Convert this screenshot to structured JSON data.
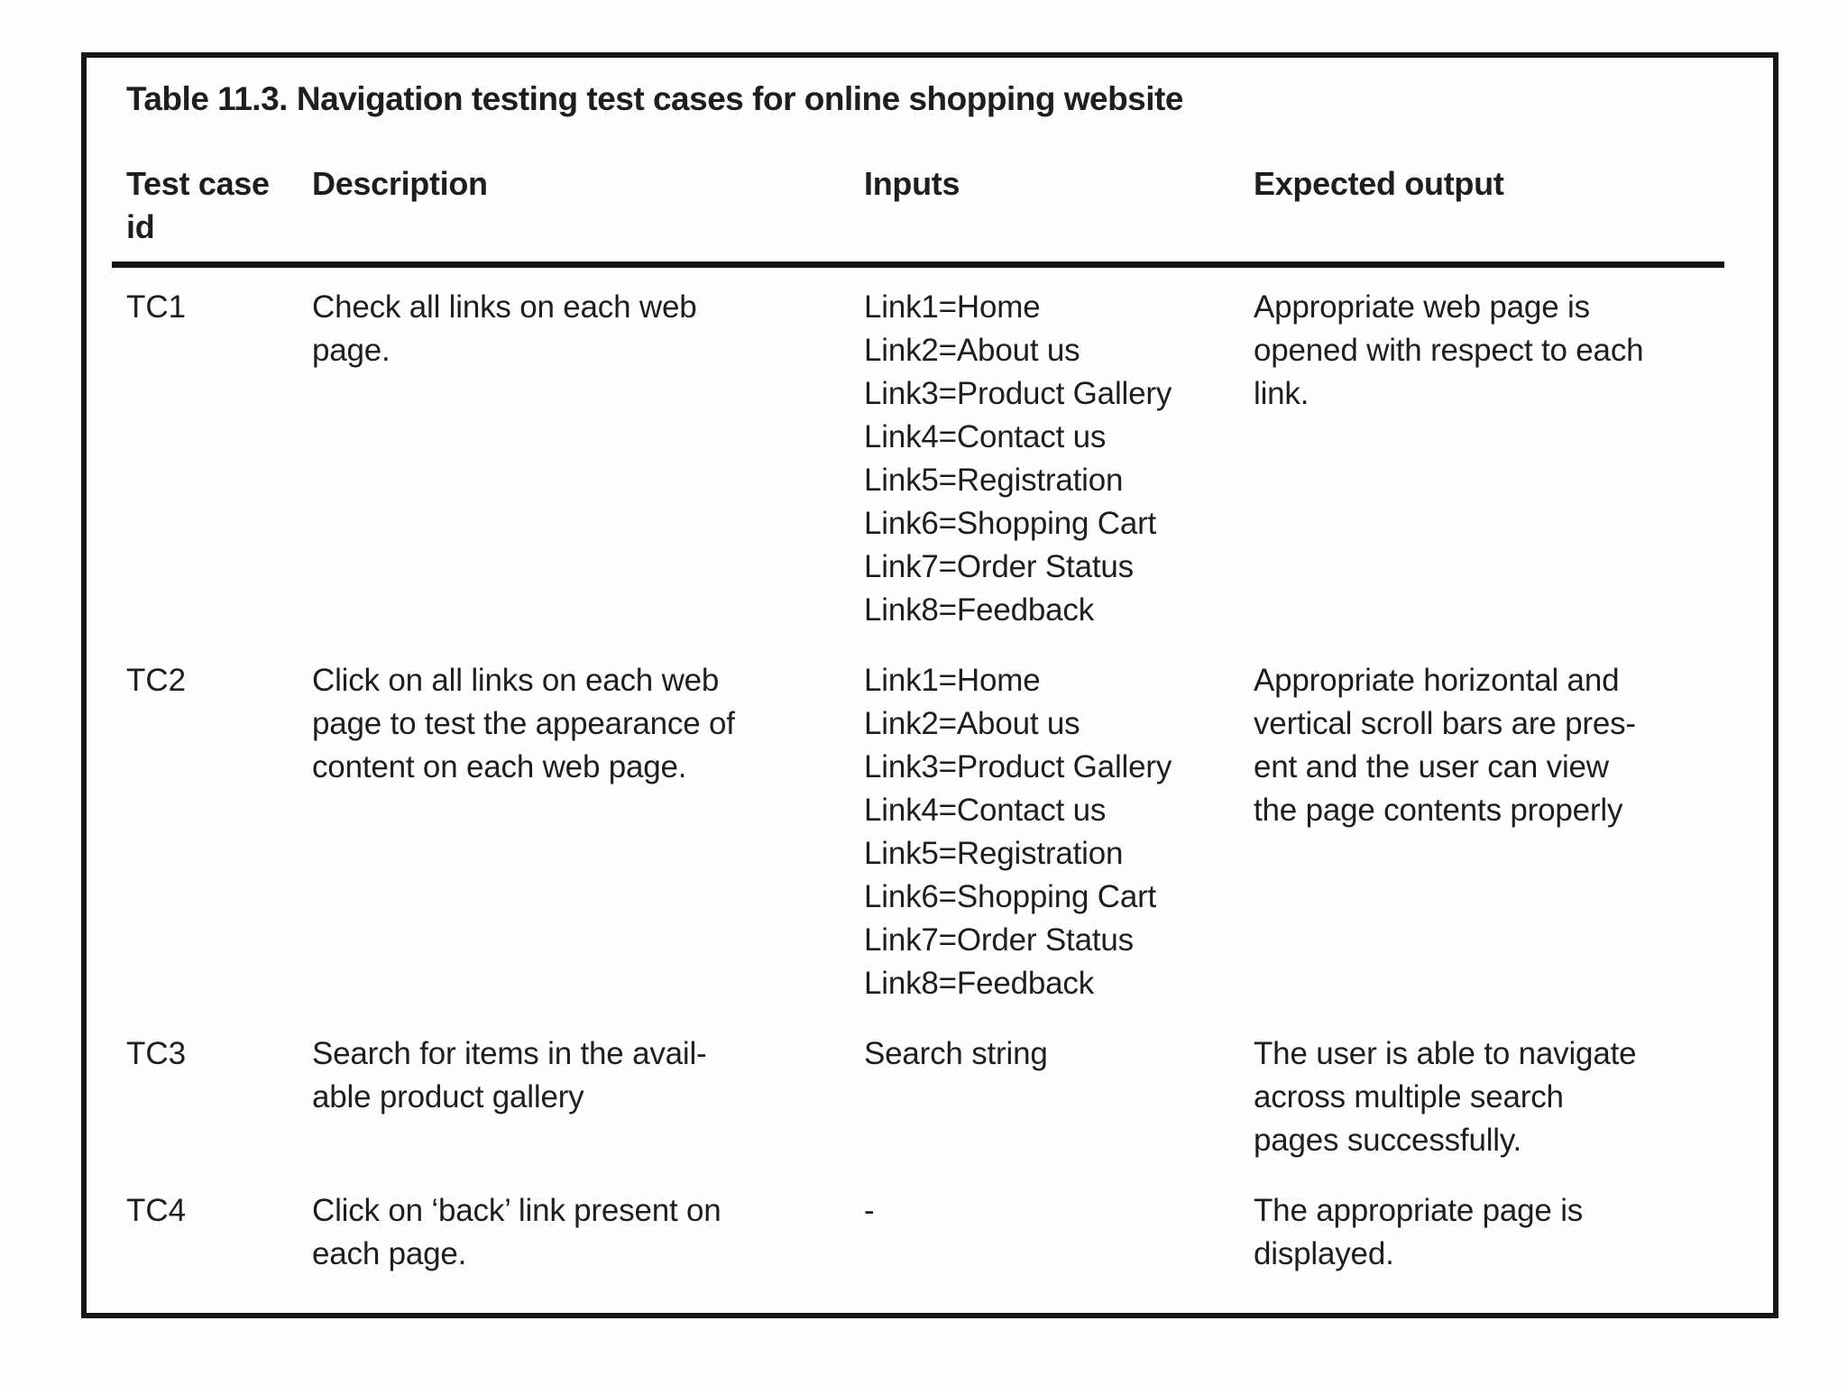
{
  "table": {
    "caption": {
      "label": "Table 11.3.",
      "text": "Navigation testing test cases for online shopping website"
    },
    "columns": {
      "test_case_id": "Test case id",
      "description": "Description",
      "inputs": "Inputs",
      "expected_output": "Expected output"
    },
    "rows": [
      {
        "id": "TC1",
        "description": [
          "Check all links on each web",
          "page."
        ],
        "inputs": [
          "Link1=Home",
          "Link2=About us",
          "Link3=Product Gallery",
          "Link4=Contact us",
          "Link5=Registration",
          "Link6=Shopping Cart",
          "Link7=Order Status",
          "Link8=Feedback"
        ],
        "expected": [
          "Appropriate web page is",
          "opened with respect to each",
          "link."
        ]
      },
      {
        "id": "TC2",
        "description": [
          "Click on all links on each web",
          "page to test the appearance of",
          "content on each web page."
        ],
        "inputs": [
          "Link1=Home",
          "Link2=About us",
          "Link3=Product Gallery",
          "Link4=Contact us",
          "Link5=Registration",
          "Link6=Shopping Cart",
          "Link7=Order Status",
          "Link8=Feedback"
        ],
        "expected": [
          "Appropriate horizontal and",
          "vertical scroll bars are pres-",
          "ent and the user can view",
          "the page contents properly"
        ]
      },
      {
        "id": "TC3",
        "description": [
          "Search for items in the avail-",
          "able product gallery"
        ],
        "inputs": [
          "Search string"
        ],
        "expected": [
          "The user is able to navigate",
          "across multiple search",
          "pages successfully."
        ]
      },
      {
        "id": "TC4",
        "description": [
          "Click on ‘back’ link present on",
          "each page."
        ],
        "inputs": [
          "-"
        ],
        "expected": [
          "The appropriate page is",
          "displayed."
        ]
      }
    ]
  }
}
